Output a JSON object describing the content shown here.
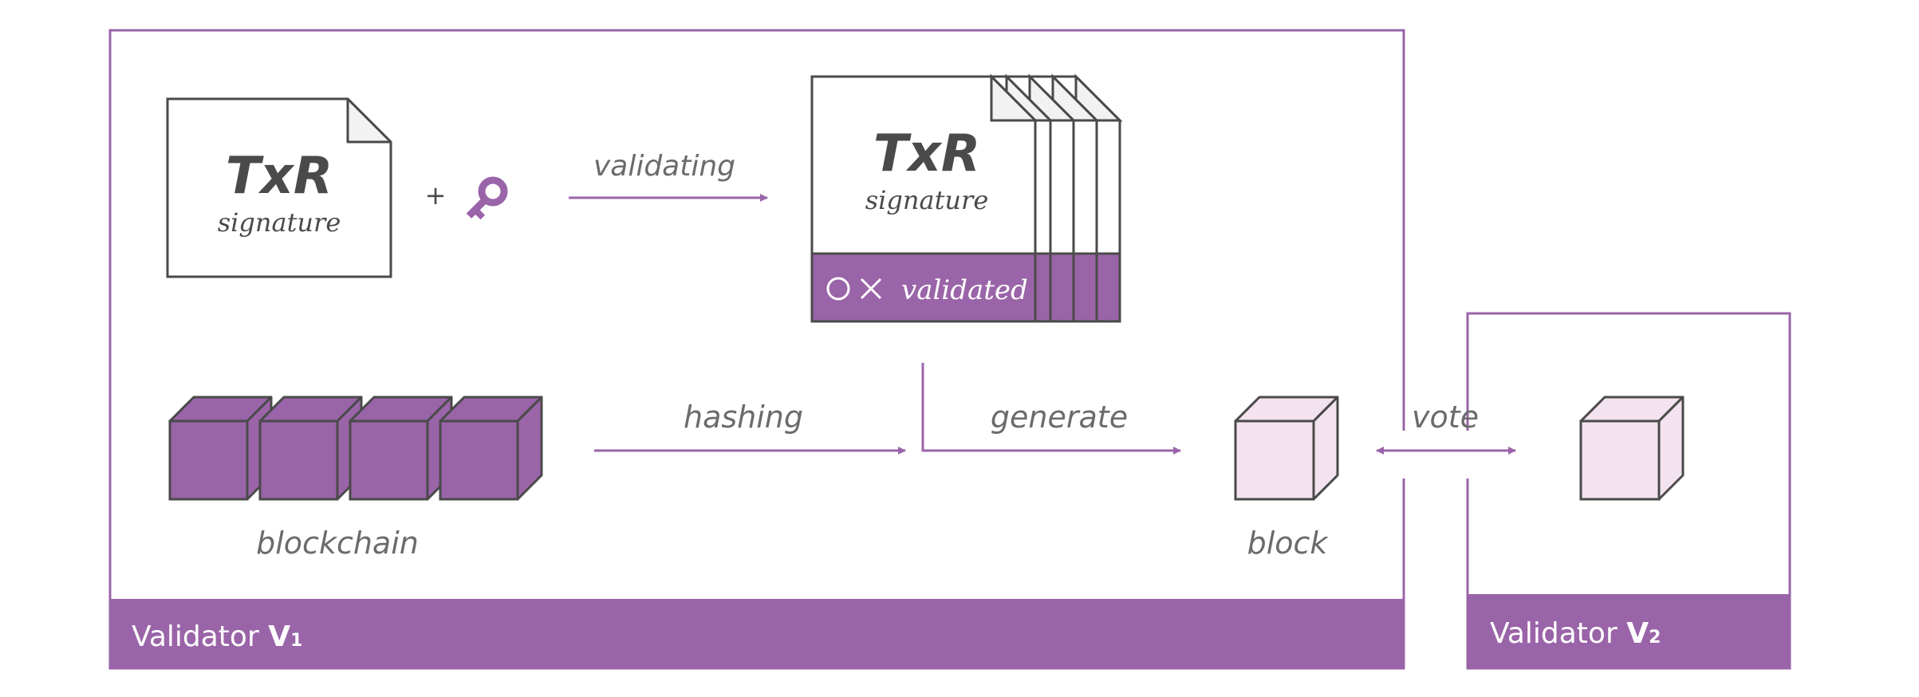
{
  "colors": {
    "accent": "#9a64a8",
    "block_light": "#f3e2ef",
    "outline": "#4a4a4a",
    "label": "#6b6b6b",
    "white": "#ffffff"
  },
  "validator1": {
    "footer_prefix": "Validator ",
    "footer_name": "V",
    "footer_sub": "1"
  },
  "validator2": {
    "footer_prefix": "Validator ",
    "footer_name": "V",
    "footer_sub": "2"
  },
  "transaction": {
    "title": "TxR",
    "subtitle": "signature",
    "plus": "+",
    "key_icon": "key-icon"
  },
  "validated_stack": {
    "title": "TxR",
    "subtitle": "signature",
    "circle_icon": "circle-icon",
    "cross_icon": "cross-icon",
    "status": "validated"
  },
  "arrows": {
    "validating": "validating",
    "hashing": "hashing",
    "generate": "generate",
    "vote": "vote"
  },
  "labels": {
    "blockchain": "blockchain",
    "block": "block"
  }
}
